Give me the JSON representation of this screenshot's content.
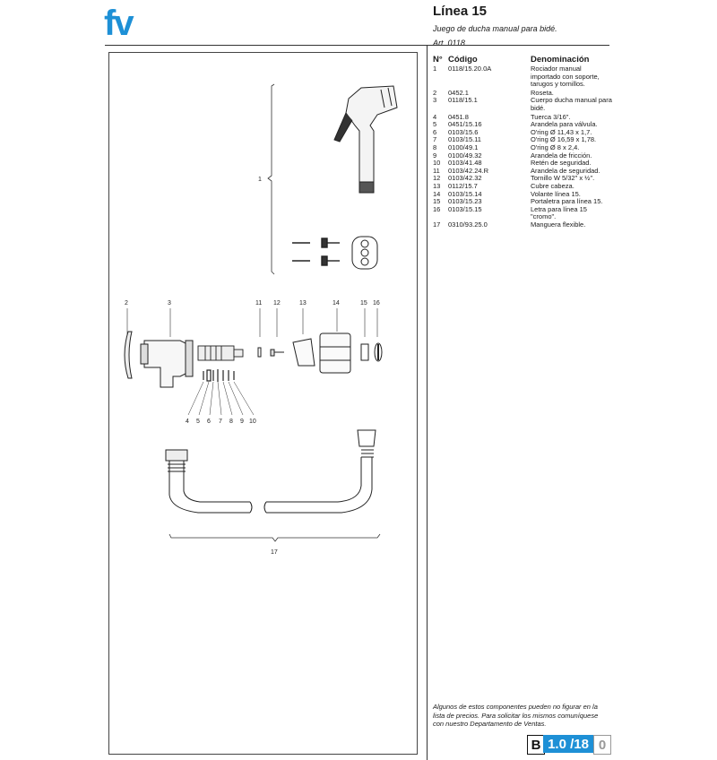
{
  "brand": {
    "logo_text": "fv",
    "color": "#1e90d6"
  },
  "header": {
    "title": "Línea 15",
    "subtitle": "Juego de ducha manual para bidé.",
    "article": "Art. 0118"
  },
  "table": {
    "col_no": "N°",
    "col_code": "Código",
    "col_name": "Denominación",
    "rows": [
      {
        "n": "1",
        "code": "0118/15.20.0A",
        "name": "Rociador manual importado con soporte, tarugos y tornillos."
      },
      {
        "n": "2",
        "code": "0452.1",
        "name": "Roseta."
      },
      {
        "n": "3",
        "code": "0118/15.1",
        "name": "Cuerpo ducha manual para bidé."
      },
      {
        "n": "4",
        "code": "0451.8",
        "name": "Tuerca 3/16\"."
      },
      {
        "n": "5",
        "code": "0451/15.16",
        "name": "Arandela para válvula."
      },
      {
        "n": "6",
        "code": "0103/15.6",
        "name": "O'ring Ø 11,43 x 1,7."
      },
      {
        "n": "7",
        "code": "0103/15.11",
        "name": "O'ring Ø 16,59 x 1,78."
      },
      {
        "n": "8",
        "code": "0100/49.1",
        "name": "O'ring Ø 8 x 2,4."
      },
      {
        "n": "9",
        "code": "0100/49.32",
        "name": "Arandela de fricción."
      },
      {
        "n": "10",
        "code": "0103/41.48",
        "name": "Retén de seguridad."
      },
      {
        "n": "11",
        "code": "0103/42.24.R",
        "name": "Arandela de seguridad."
      },
      {
        "n": "12",
        "code": "0103/42.32",
        "name": "Tornillo W 5/32\" x ½\"."
      },
      {
        "n": "13",
        "code": "0112/15.7",
        "name": "Cubre cabeza."
      },
      {
        "n": "14",
        "code": "0103/15.14",
        "name": "Volante línea 15."
      },
      {
        "n": "15",
        "code": "0103/15.23",
        "name": "Portaletra para línea 15."
      },
      {
        "n": "16",
        "code": "0103/15.15",
        "name": "Letra para línea 15 \"cromo\"."
      },
      {
        "n": "17",
        "code": "0310/93.25.0",
        "name": "Manguera flexible."
      }
    ]
  },
  "callouts": {
    "c1": "1",
    "c2": "2",
    "c3": "3",
    "c4": "4",
    "c5": "5",
    "c6": "6",
    "c7": "7",
    "c8": "8",
    "c9": "9",
    "c10": "10",
    "c11": "11",
    "c12": "12",
    "c13": "13",
    "c14": "14",
    "c15": "15",
    "c16": "16",
    "c17": "17"
  },
  "footer_note": "Algunos de estos componentes pueden no figurar en la lista de precios. Para solicitar los mismos comuníquese con nuestro Departamento de Ventas.",
  "badge": {
    "letter": "B",
    "page": "1.0 /18",
    "suffix": "0"
  }
}
